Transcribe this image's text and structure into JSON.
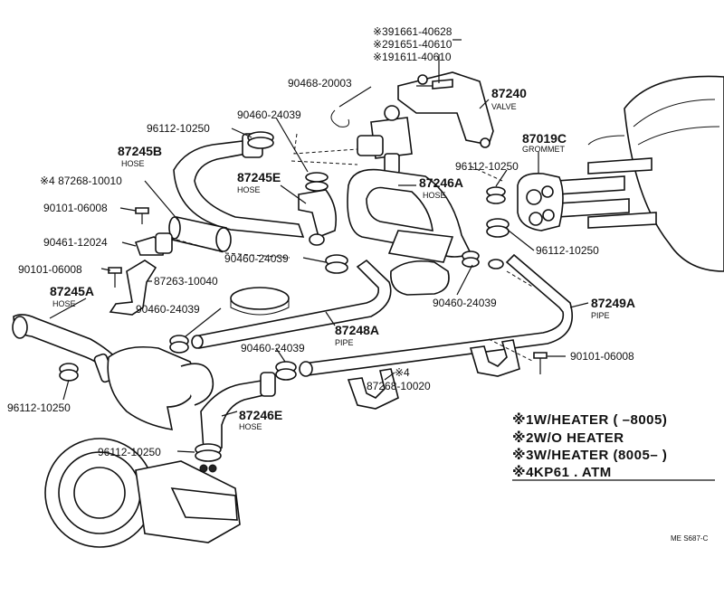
{
  "labels": {
    "note_part_3": "※391661-40628",
    "note_part_2": "※291651-40610",
    "note_part_1": "※191611-40610",
    "clip_90468": "90468-20003",
    "valve_num": "87240",
    "valve_word": "VALVE",
    "clamp_top": "96112-10250",
    "clamp_top2": "90460-24039",
    "grommet_num": "87019C",
    "grommet_word": "GROMMET",
    "hose_b_num": "87245B",
    "hose_b_word": "HOSE",
    "hose_e_top_num": "87245E",
    "hose_e_top_word": "HOSE",
    "hose_a2_num": "87246A",
    "hose_a2_word": "HOSE",
    "clamp_right_top": "96112-10250",
    "hose_4_top": "※4 87268-10010",
    "bolt_left1": "90101-06008",
    "grommet_left": "90461-12024",
    "clamp_right_bottom": "96112-10250",
    "clamp_mid": "90460-24039",
    "bolt_left2": "90101-06008",
    "bracket": "87263-10040",
    "hose_a_num": "87245A",
    "hose_a_word": "HOSE",
    "clamp_mid2": "90460-24039",
    "clamp_mid3": "90460-24039",
    "pipe_a_num": "87249A",
    "pipe_a_word": "PIPE",
    "pipe_248_num": "87248A",
    "pipe_248_word": "PIPE",
    "clamp_lower": "90460-24039",
    "bolt_right": "90101-06008",
    "star4": "※4",
    "hose_4_bottom": "87268-10020",
    "clamp_left_low": "96112-10250",
    "hose_e_bot_num": "87246E",
    "hose_e_bot_word": "HOSE",
    "clamp_bottom": "96112-10250",
    "footer_code": "ME  S687-C"
  },
  "notes": [
    "※1W/HEATER (        –8005)",
    "※2W/O HEATER",
    "※3W/HEATER (8005–        )",
    "※4KP61 . ATM"
  ]
}
